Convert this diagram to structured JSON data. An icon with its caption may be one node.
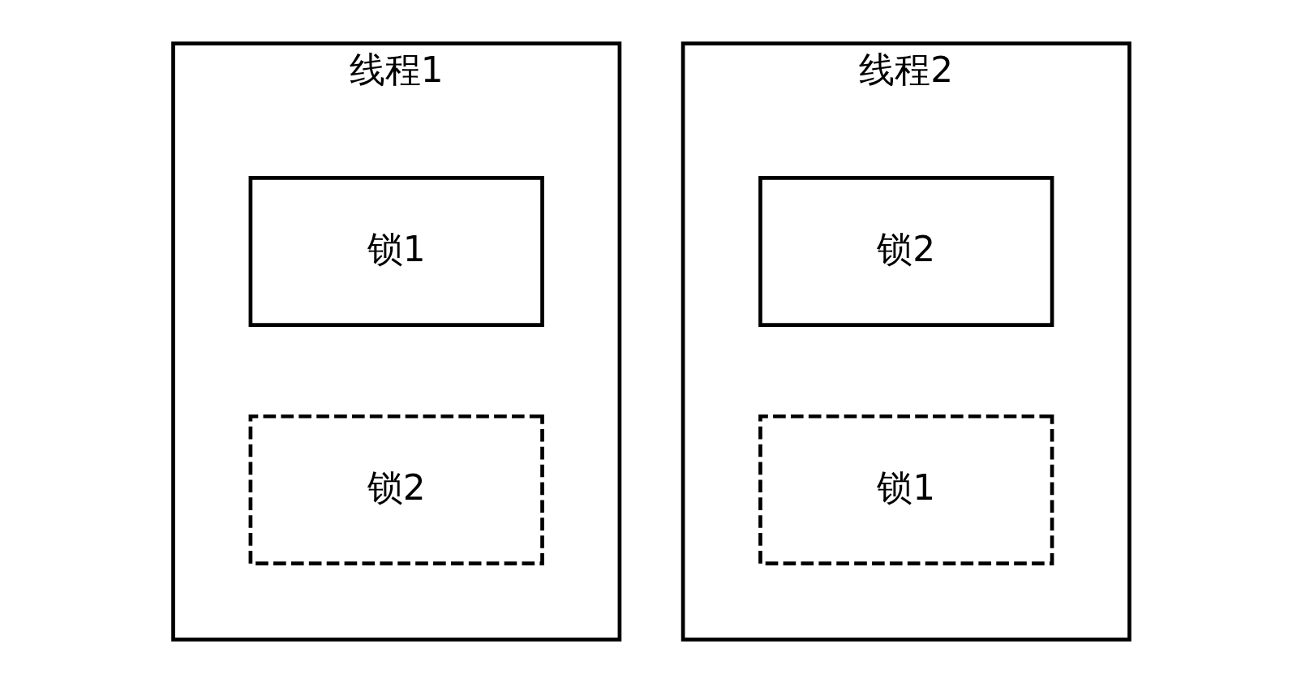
{
  "diagram": {
    "nodes": [
      {
        "text": [
          "线程1"
        ]
      },
      {
        "text": [
          "锁1"
        ],
        "in": 0
      },
      {
        "text": [
          "锁2"
        ],
        "in": 0
      },
      {
        "text": [
          "线程2"
        ]
      },
      {
        "text": [
          "锁2"
        ],
        "in": 3
      },
      {
        "text": [
          "锁1"
        ],
        "in": 3
      }
    ],
    "edges": []
  }
}
